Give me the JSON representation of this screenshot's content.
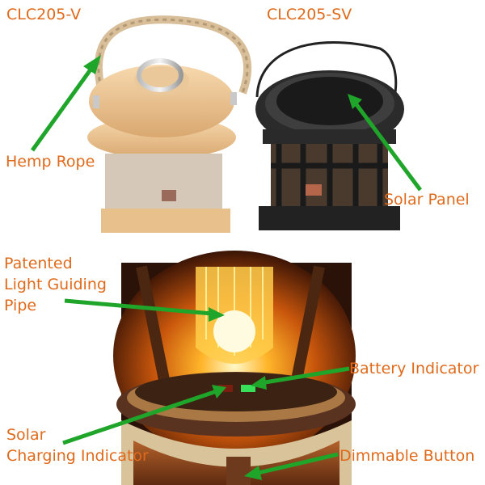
{
  "models": {
    "left": "CLC205-V",
    "right": "CLC205-SV"
  },
  "labels": {
    "hemp_rope": "Hemp Rope",
    "solar_panel": "Solar Panel",
    "light_pipe_1": "Patented",
    "light_pipe_2": "Light Guiding",
    "light_pipe_3": "Pipe",
    "battery_indicator": "Battery Indicator",
    "solar_charging_1": "Solar",
    "solar_charging_2": "Charging Indicator",
    "dimmable_button": "Dimmable Button"
  },
  "colors": {
    "label_text": "#e06a1b",
    "arrow": "#1fa52a"
  }
}
